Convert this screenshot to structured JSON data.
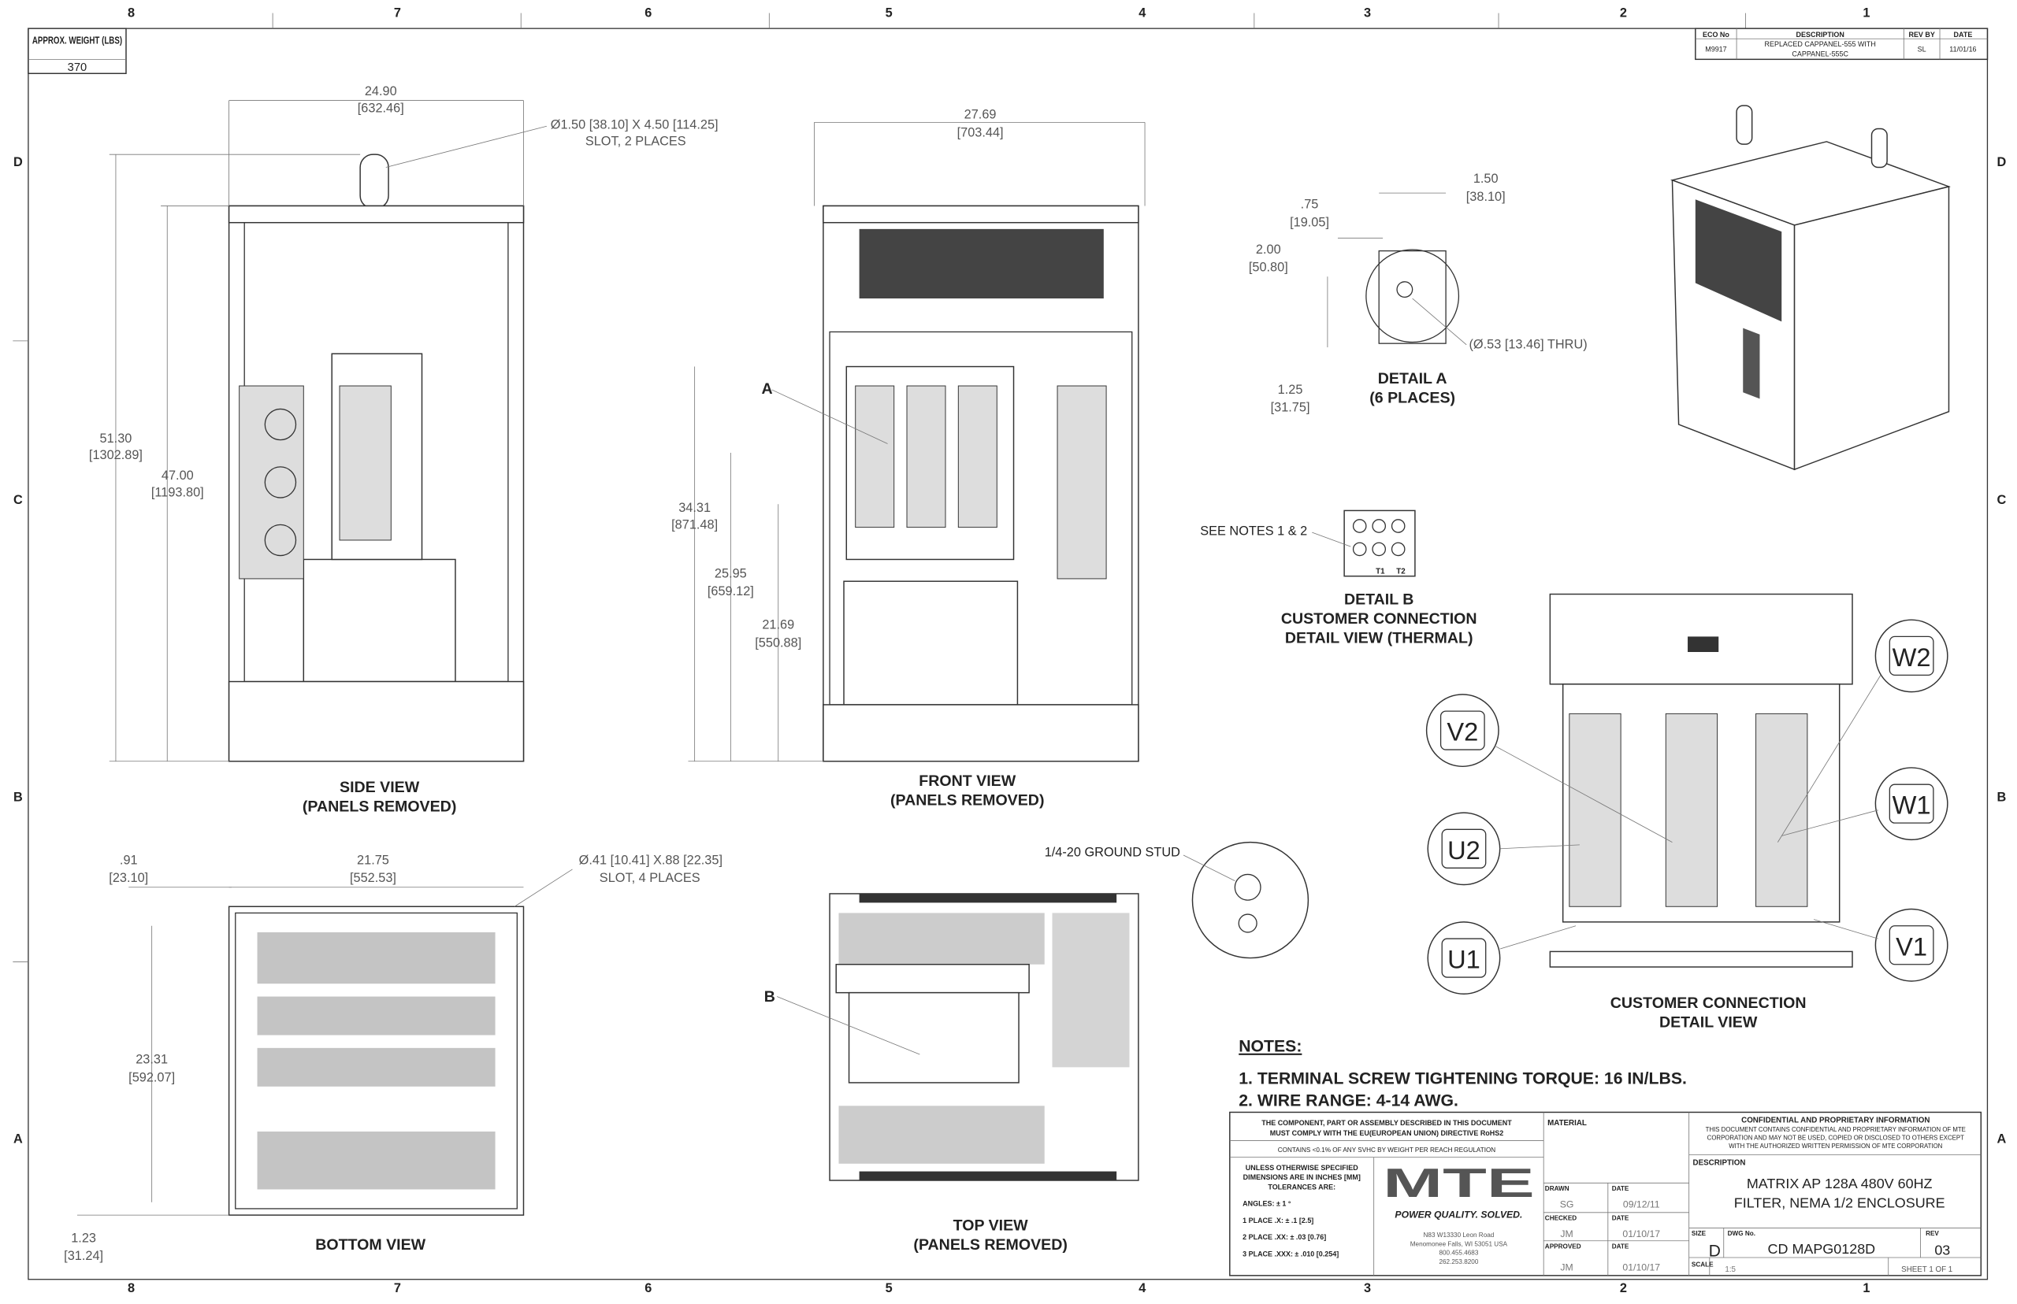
{
  "zones": {
    "columns": [
      "8",
      "7",
      "6",
      "5",
      "4",
      "3",
      "2",
      "1"
    ],
    "rows": [
      "D",
      "C",
      "B",
      "A"
    ]
  },
  "weight": {
    "label": "APPROX. WEIGHT (LBS)",
    "value": "370"
  },
  "revision": {
    "headers": [
      "ECO No",
      "DESCRIPTION",
      "REV BY",
      "DATE"
    ],
    "eco": "M9917",
    "description_line1": "REPLACED CAPPANEL-555 WITH",
    "description_line2": "CAPPANEL-555C",
    "rev_by": "SL",
    "date": "11/01/16"
  },
  "side_view": {
    "title": "SIDE VIEW",
    "subtitle": "(PANELS REMOVED)",
    "dims": [
      {
        "in": "24.90",
        "mm": "[632.46]"
      },
      {
        "in": "51.30",
        "mm": "[1302.89]"
      },
      {
        "in": "47.00",
        "mm": "[1193.80]"
      }
    ],
    "slot_note_1": "Ø1.50 [38.10] X 4.50 [114.25]",
    "slot_note_2": "SLOT, 2 PLACES"
  },
  "front_view": {
    "title": "FRONT VIEW",
    "subtitle": "(PANELS REMOVED)",
    "callout": "A",
    "dims": [
      {
        "in": "27.69",
        "mm": "[703.44]"
      },
      {
        "in": "34.31",
        "mm": "[871.48]"
      },
      {
        "in": "25.95",
        "mm": "[659.12]"
      },
      {
        "in": "21.69",
        "mm": "[550.88]"
      }
    ]
  },
  "detail_a": {
    "title": "DETAIL A",
    "subtitle": "(6 PLACES)",
    "dims": [
      {
        "in": ".75",
        "mm": "[19.05]"
      },
      {
        "in": "1.50",
        "mm": "[38.10]"
      },
      {
        "in": "2.00",
        "mm": "[50.80]"
      },
      {
        "in": "1.25",
        "mm": "[31.75]"
      }
    ],
    "hole_note": "(Ø.53 [13.46] THRU)"
  },
  "detail_b": {
    "note": "SEE NOTES 1 & 2",
    "terminals": [
      "T1",
      "T2"
    ],
    "title": "DETAIL B",
    "subtitle1": "CUSTOMER CONNECTION",
    "subtitle2": "DETAIL VIEW (THERMAL)"
  },
  "customer_connection": {
    "title": "CUSTOMER CONNECTION",
    "subtitle": "DETAIL VIEW",
    "terminals": [
      "V2",
      "U2",
      "U1",
      "W2",
      "W1",
      "V1"
    ]
  },
  "bottom_view": {
    "title": "BOTTOM VIEW",
    "dims": [
      {
        "in": ".91",
        "mm": "[23.10]"
      },
      {
        "in": "21.75",
        "mm": "[552.53]"
      },
      {
        "in": "23.31",
        "mm": "[592.07]"
      },
      {
        "in": "1.23",
        "mm": "[31.24]"
      }
    ],
    "slot_note_1": "Ø.41 [10.41] X.88 [22.35]",
    "slot_note_2": "SLOT, 4 PLACES"
  },
  "top_view": {
    "title": "TOP VIEW",
    "subtitle": "(PANELS REMOVED)",
    "callout": "B",
    "ground_stud": "1/4-20 GROUND STUD"
  },
  "notes": {
    "heading": "NOTES:",
    "items": [
      "1.  TERMINAL SCREW TIGHTENING TORQUE: 16 IN/LBS.",
      "2.  WIRE RANGE: 4-14 AWG."
    ]
  },
  "title_block": {
    "rohs_1": "THE COMPONENT, PART OR ASSEMBLY DESCRIBED IN THIS DOCUMENT",
    "rohs_2": "MUST COMPLY WITH THE EU(EUROPEAN UNION) DIRECTIVE RoHS2",
    "reach": "CONTAINS <0.1% OF ANY SVHC BY WEIGHT PER REACH REGULATION",
    "tol_1": "UNLESS OTHERWISE SPECIFIED",
    "tol_2": "DIMENSIONS ARE IN INCHES [MM]",
    "tol_3": "TOLERANCES ARE:",
    "angles": "ANGLES: ± 1 °",
    "place1": "1 PLACE .X: ± .1 [2.5]",
    "place2": "2 PLACE .XX: ± .03 [0.76]",
    "place3": "3 PLACE .XXX: ± .010 [0.254]",
    "logo": "MTE",
    "tagline": "POWER QUALITY. SOLVED.",
    "address": [
      "N83 W13330 Leon Road",
      "Menomonee Falls, WI 53051 USA",
      "800.455.4683",
      "262.253.8200"
    ],
    "material_label": "MATERIAL",
    "drawn_label": "DRAWN",
    "drawn_by": "SG",
    "drawn_date": "09/12/11",
    "checked_label": "CHECKED",
    "checked_by": "JM",
    "checked_date": "01/10/17",
    "approved_label": "APPROVED",
    "approved_by": "JM",
    "approved_date": "01/10/17",
    "date_label": "DATE",
    "confidential_title": "CONFIDENTIAL AND PROPRIETARY INFORMATION",
    "confidential_1": "THIS DOCUMENT CONTAINS CONFIDENTIAL AND PROPRIETARY INFORMATION OF MTE",
    "confidential_2": "CORPORATION AND MAY NOT BE USED, COPIED OR DISCLOSED TO OTHERS EXCEPT",
    "confidential_3": "WITH THE AUTHORIZED WRITTEN PERMISSION OF MTE CORPORATION",
    "description_label": "DESCRIPTION",
    "description_1": "MATRIX AP 128A 480V 60HZ",
    "description_2": "FILTER, NEMA 1/2 ENCLOSURE",
    "size_label": "SIZE",
    "size": "D",
    "dwg_label": "DWG No.",
    "dwg_no": "CD MAPG0128D",
    "rev_label": "REV",
    "rev": "03",
    "scale_label": "SCALE",
    "scale": "1:5",
    "sheet": "SHEET 1  OF 1"
  }
}
